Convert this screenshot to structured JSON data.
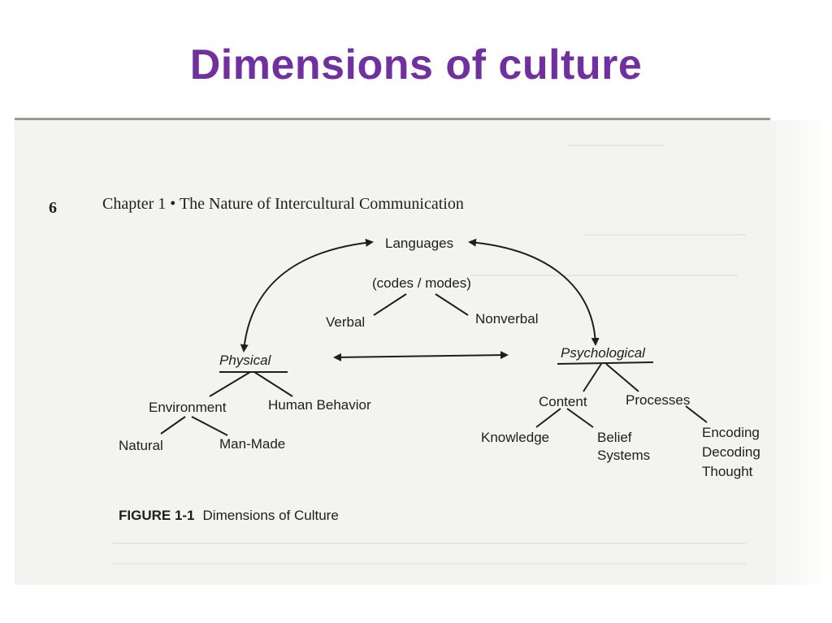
{
  "slide": {
    "title": "Dimensions of culture"
  },
  "book_page": {
    "page_number": "6",
    "running_header": "Chapter 1 • The Nature of Intercultural Communication"
  },
  "diagram": {
    "nodes": {
      "languages": "Languages",
      "codes_modes": "(codes / modes)",
      "verbal": "Verbal",
      "nonverbal": "Nonverbal",
      "physical": "Physical",
      "psychological": "Psychological",
      "environment": "Environment",
      "human_behavior": "Human Behavior",
      "natural": "Natural",
      "man_made": "Man-Made",
      "content": "Content",
      "processes": "Processes",
      "knowledge": "Knowledge",
      "belief": "Belief",
      "systems": "Systems",
      "encoding": "Encoding",
      "decoding": "Decoding",
      "thought": "Thought"
    }
  },
  "caption": {
    "label": "FIGURE 1-1",
    "text": "Dimensions of Culture"
  }
}
